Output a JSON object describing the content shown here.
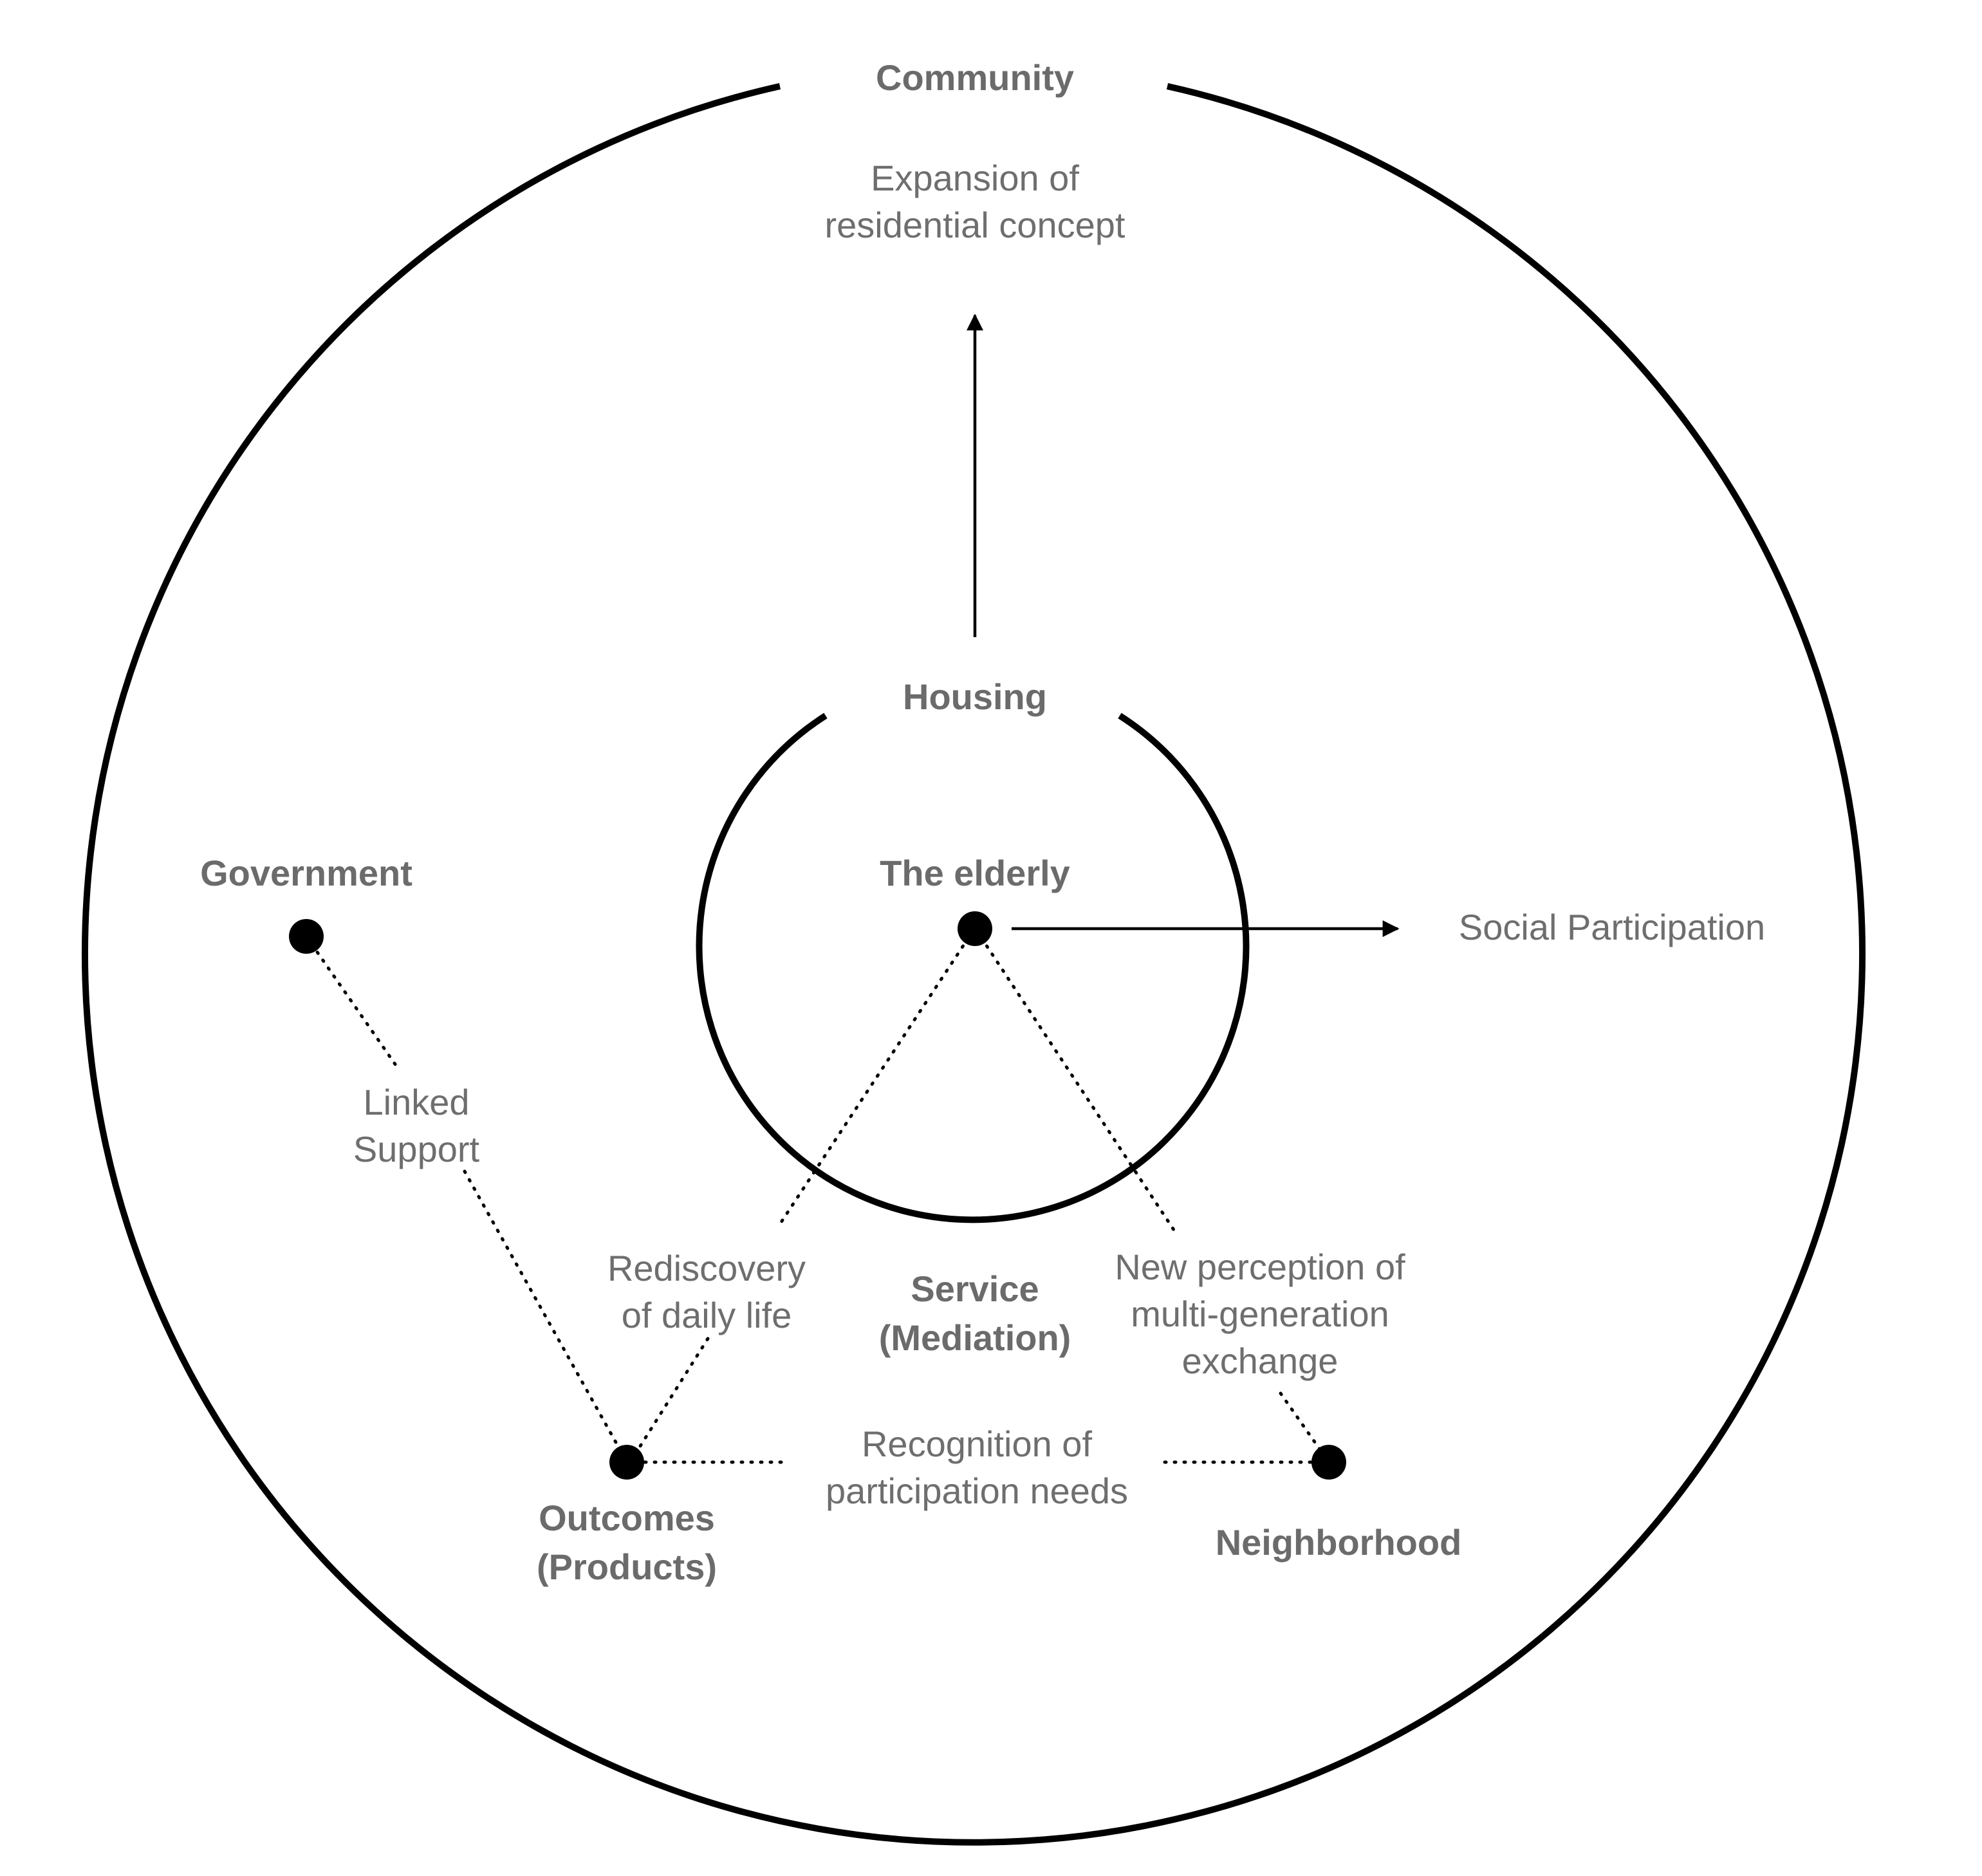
{
  "outer_circle": {
    "label": "Community",
    "note_line1": "Expansion of",
    "note_line2": "residential concept"
  },
  "inner_circle": {
    "label": "Housing"
  },
  "nodes": {
    "elderly": "The elderly",
    "government": "Government",
    "outcomes_line1": "Outcomes",
    "outcomes_line2": "(Products)",
    "neighborhood": "Neighborhood"
  },
  "center_label": {
    "line1": "Service",
    "line2": "(Mediation)"
  },
  "links": {
    "government_outcomes": {
      "line1": "Linked",
      "line2": "Support"
    },
    "elderly_outcomes": {
      "line1": "Rediscovery",
      "line2": "of daily life"
    },
    "elderly_neighborhood": {
      "line1": "New perception of",
      "line2": "multi-generation",
      "line3": "exchange"
    },
    "outcomes_neighborhood": {
      "line1": "Recognition of",
      "line2": "participation needs"
    }
  },
  "arrows": {
    "right": "Social Participation"
  }
}
